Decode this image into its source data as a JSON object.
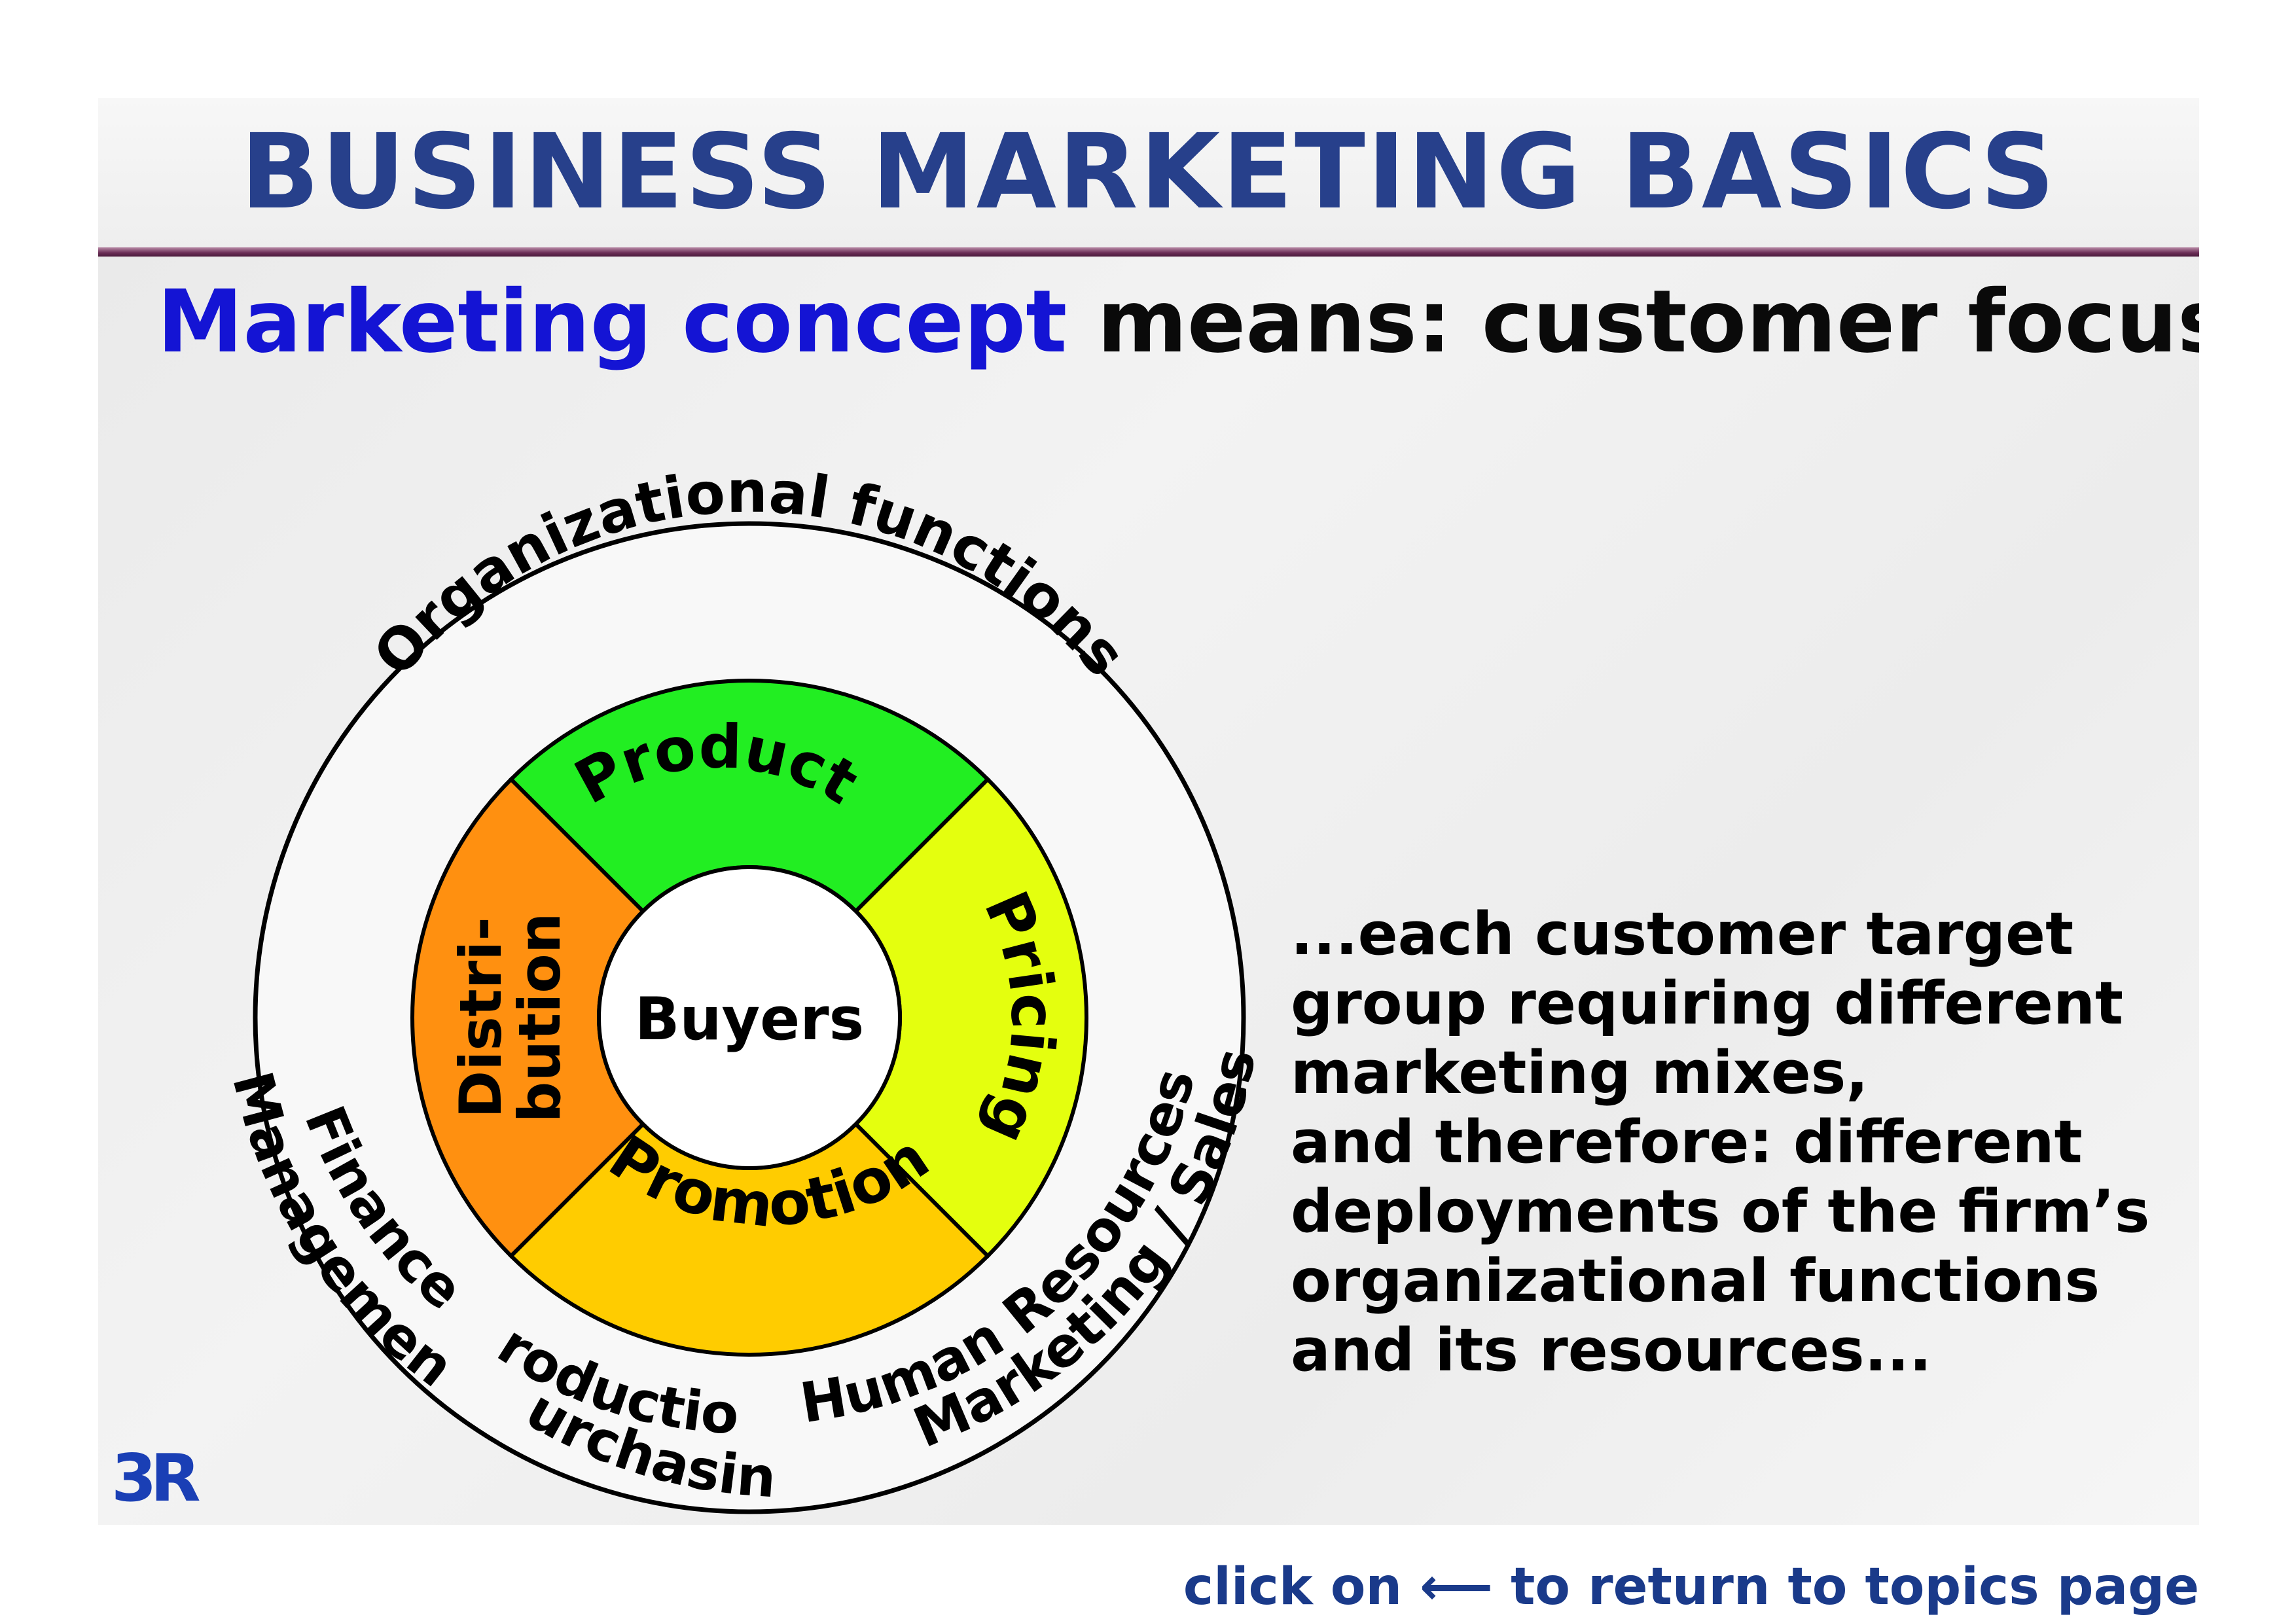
{
  "title": "BUSINESS MARKETING BASICS",
  "subtitle": {
    "highlight": "Marketing concept",
    "rest": " means: customer focus"
  },
  "diagram": {
    "center": "Buyers",
    "mix": {
      "product": "Product",
      "pricing": "Pricing",
      "promotion": "Promotion",
      "distribution_line1": "Distri-",
      "distribution_line2": "bution"
    },
    "outer_title": "Organizational functions",
    "functions": {
      "finance": "Finance",
      "management": "Management",
      "production": "Production",
      "purchasing": "Purchasing",
      "human_resources": "Human Resources",
      "marketing_sales": "Marketing / Sales"
    },
    "colors": {
      "product": "#22ee22",
      "pricing": "#e4ff0e",
      "promotion": "#ffcc00",
      "distribution": "#ff9010"
    }
  },
  "body_lines": [
    "...each customer target",
    "group requiring different",
    "marketing mixes,",
    "and therefore: different",
    "deployments of the firm’s",
    "organizational functions",
    "and its resources..."
  ],
  "logo": "3R",
  "footer": "click on ⟵ to return to topics page"
}
